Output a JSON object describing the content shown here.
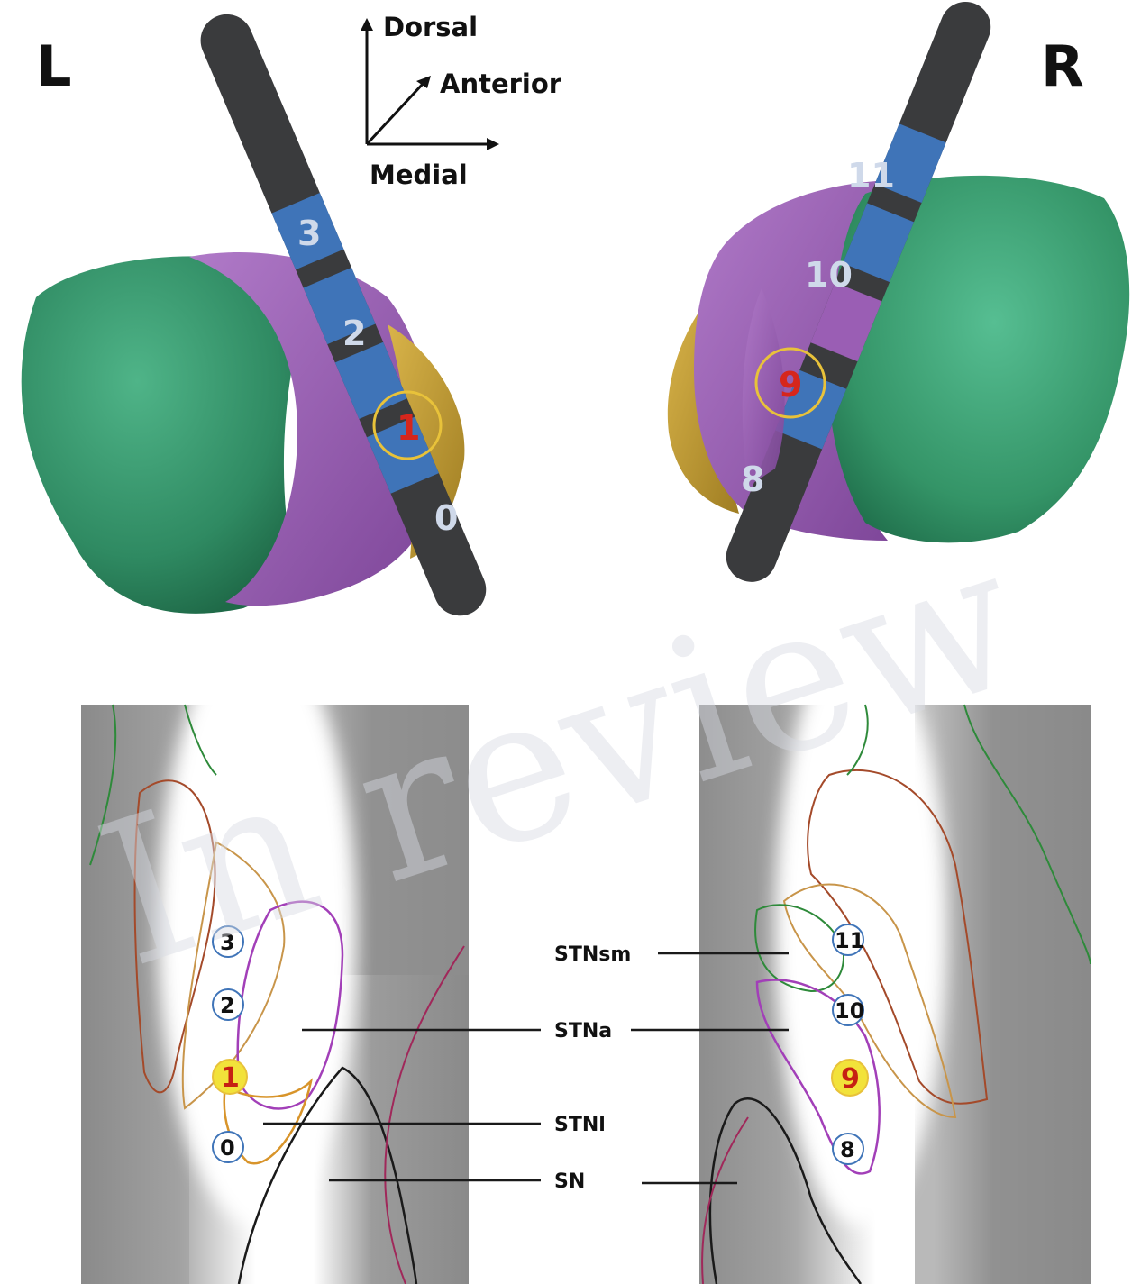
{
  "panel_labels": {
    "left": "L",
    "right": "R"
  },
  "orientation_axes": {
    "dorsal": "Dorsal",
    "anterior": "Anterior",
    "medial": "Medial"
  },
  "left_electrode_contacts": [
    "3",
    "2",
    "1",
    "0"
  ],
  "left_active_contact": "1",
  "right_electrode_contacts": [
    "11",
    "10",
    "9",
    "8"
  ],
  "right_active_contact": "9",
  "left_slice_contacts": [
    "3",
    "2",
    "1",
    "0"
  ],
  "right_slice_contacts": [
    "11",
    "10",
    "9",
    "8"
  ],
  "region_labels": {
    "stn_sm": "STNsm",
    "stn_a": "STNa",
    "stn_l": "STNl",
    "sn": "SN"
  },
  "watermark": "In review",
  "colors": {
    "lead": "#3a3b3d",
    "contact": "#3f74b8",
    "globus_green": "#3b9a72",
    "stn_purple": "#9a5eb4",
    "sn_gold": "#c7a13a",
    "active_ring": "#e8c23a",
    "active_fill": "#f2e23a"
  }
}
